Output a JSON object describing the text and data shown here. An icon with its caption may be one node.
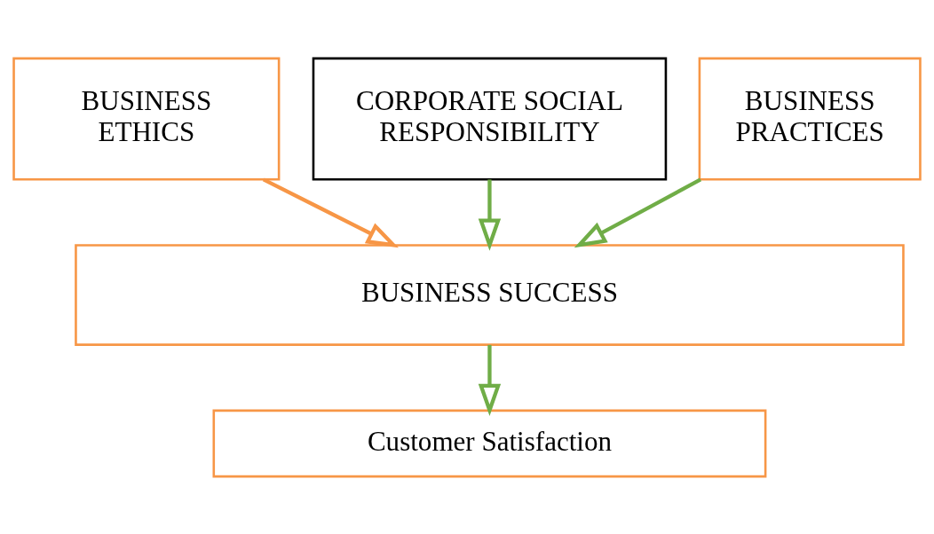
{
  "diagram": {
    "nodes": [
      {
        "text": [
          "BUSINESS ETHICS"
        ]
      },
      {
        "text": [
          "CORPORATE SOCIAL RESPONSIBILITY"
        ]
      },
      {
        "text": [
          "BUSINESS PRACTICES"
        ]
      },
      {
        "text": [
          "BUSINESS SUCCESS"
        ]
      },
      {
        "text": [
          "Customer Satisfaction"
        ]
      }
    ],
    "edges": [
      {
        "from": 0,
        "to": 3,
        "arrow": "to",
        "color": "#f79646"
      },
      {
        "from": 1,
        "to": 3,
        "arrow": "to"
      },
      {
        "from": 2,
        "to": 3,
        "arrow": "to"
      },
      {
        "from": 3,
        "to": 4,
        "arrow": "to"
      }
    ]
  }
}
